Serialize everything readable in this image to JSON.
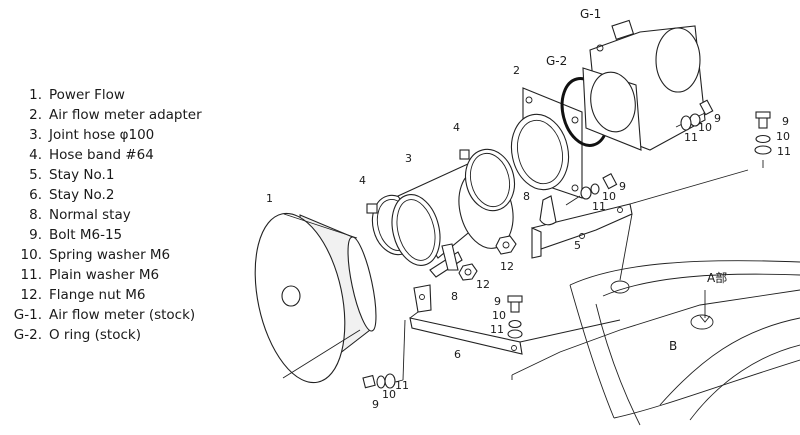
{
  "legend": [
    {
      "num": "1.",
      "text": "Power Flow"
    },
    {
      "num": "2.",
      "text": "Air flow meter adapter"
    },
    {
      "num": "3.",
      "text": "Joint hose  φ100"
    },
    {
      "num": "4.",
      "text": "Hose band  #64"
    },
    {
      "num": "5.",
      "text": "Stay  No.1"
    },
    {
      "num": "6.",
      "text": "Stay  No.2"
    },
    {
      "num": "8.",
      "text": "Normal stay"
    },
    {
      "num": "9.",
      "text": "Bolt  M6-15"
    },
    {
      "num": "10.",
      "text": "Spring washer  M6"
    },
    {
      "num": "11.",
      "text": "Plain washer  M6"
    },
    {
      "num": "12.",
      "text": "Flange nut  M6"
    },
    {
      "num": "G-1.",
      "text": "Air flow meter (stock)"
    },
    {
      "num": "G-2.",
      "text": "O ring (stock)"
    }
  ],
  "callouts": {
    "p1": "1",
    "p2": "2",
    "p3": "3",
    "p4a": "4",
    "p4b": "4",
    "p5": "5",
    "p6": "6",
    "p8a": "8",
    "p8b": "8",
    "p9a": "9",
    "p9b": "9",
    "p9c": "9",
    "p9d": "9",
    "p9e": "9",
    "p10a": "10",
    "p10b": "10",
    "p10c": "10",
    "p10d": "10",
    "p10e": "10",
    "p11a": "11",
    "p11b": "11",
    "p11c": "11",
    "p11d": "11",
    "p11e": "11",
    "p12a": "12",
    "p12b": "12",
    "g1": "G-1",
    "g2": "G-2",
    "partA": "A部",
    "partB": "B"
  }
}
